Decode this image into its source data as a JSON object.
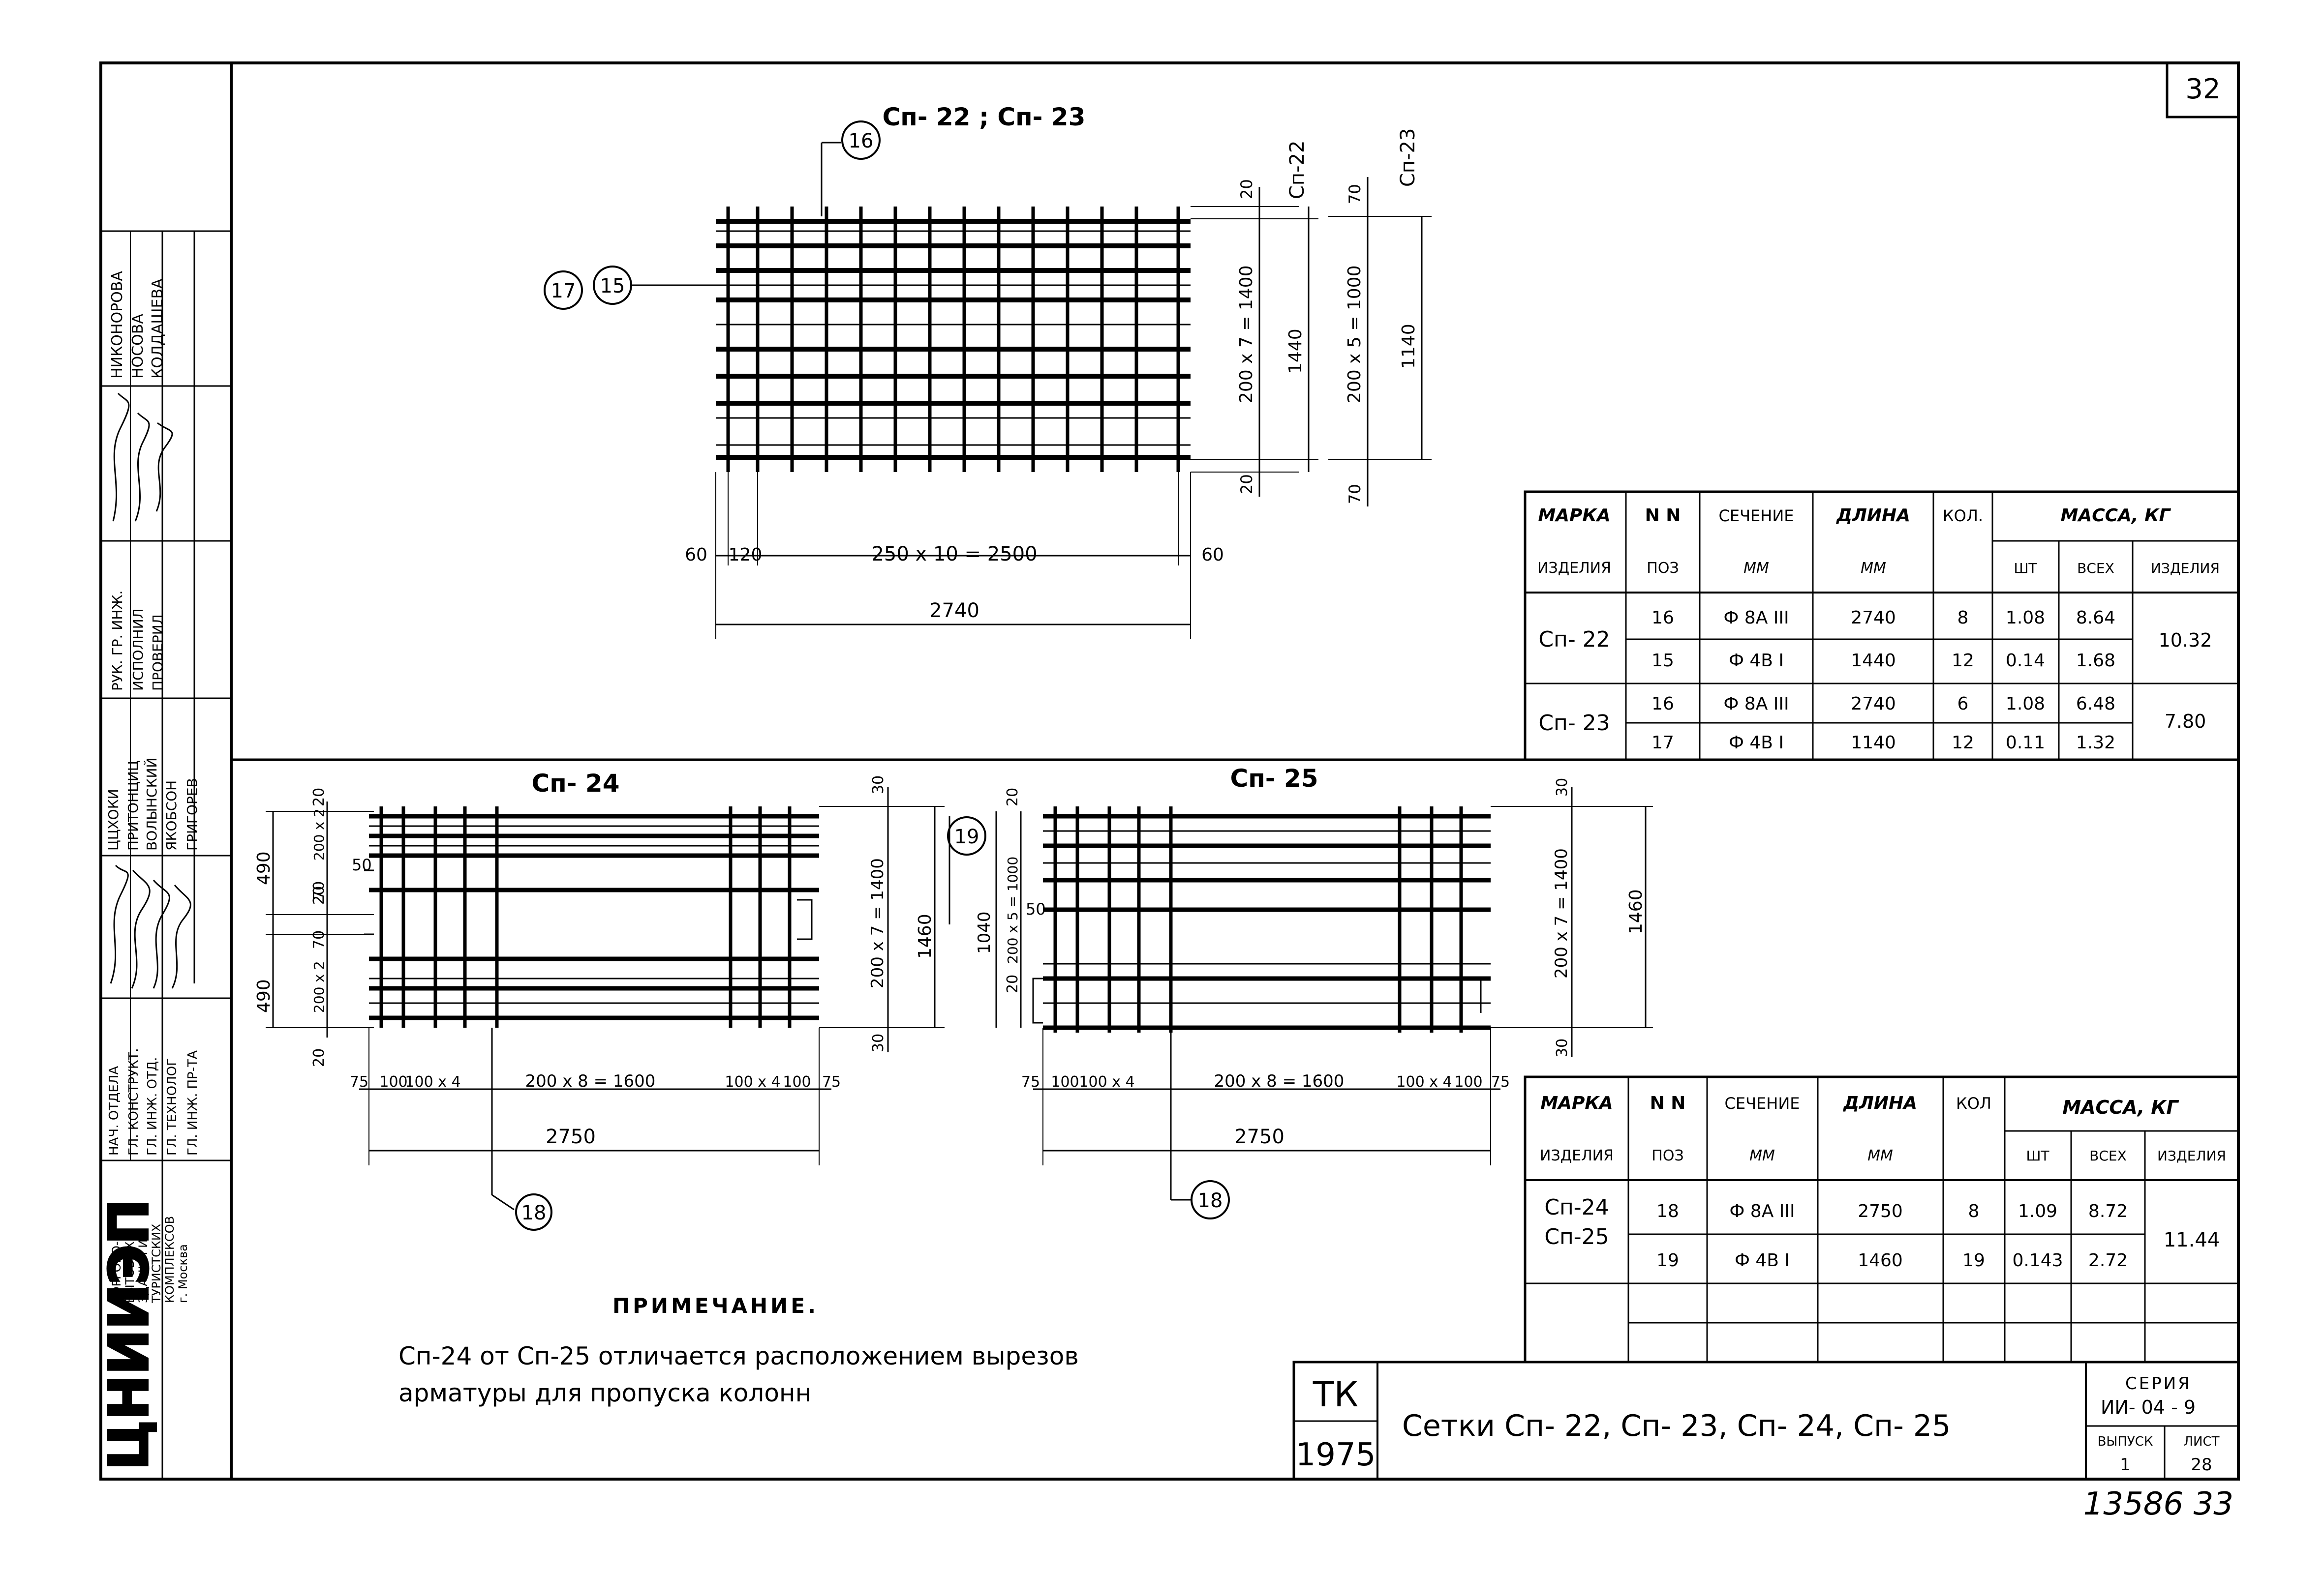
{
  "sheet": {
    "number": "32",
    "footer_number": "13586  33"
  },
  "title_block": {
    "code": "ТК",
    "year": "1975",
    "title": "Сетки  Сп- 22, Сп- 23, Сп- 24, Сп- 25",
    "series_label": "СЕРИЯ",
    "series_value": "ИИ- 04 - 9",
    "issue_label": "ВЫПУСК",
    "issue_value": "1",
    "sheet_label": "ЛИСТ",
    "sheet_value": "28"
  },
  "left_stamp": {
    "org_logo": "ЦНИИЭП",
    "org_text": [
      "ТОРГОВО-",
      "БЫТОВЫХ",
      "ЗДАНИЙ И",
      "ТУРИСТСКИХ",
      "КОМПЛЕКСОВ",
      "г. Москва"
    ],
    "roles_upper": [
      "РУК. ГР. ИНЖ.",
      "ИСПОЛНИЛ",
      "ПРОВЕРИЛ"
    ],
    "names_upper": [
      "НИКОНОРОВА",
      "НОСОВА",
      "КОЛДАШЕВА"
    ],
    "roles_lower": [
      "НАЧ. ОТДЕЛА",
      "ГЛ. КОНСТРУКТ.",
      "ГЛ. ИНЖ. ОТД.",
      "ГЛ. ТЕХНОЛОГ",
      "ГЛ. ИНЖ. ПР-ТА"
    ],
    "names_lower": [
      "ЦЦХОКИ",
      "ПРИТОНЦИЦ",
      "ВОЛЫНСКИЙ",
      "ЯКОБСОН",
      "ГРИГОРЕВ"
    ]
  },
  "drawing_top": {
    "title": "Сп- 22 ; Сп- 23",
    "callouts": [
      "16",
      "17",
      "15"
    ],
    "dims_bottom": [
      "60",
      "120",
      "250 х 10 = 2500",
      "60",
      "2740"
    ],
    "dims_right_22": [
      "20",
      "200 х 7 = 1400",
      "20",
      "1440",
      "Сп-22"
    ],
    "dims_right_23": [
      "70",
      "200 х 5 = 1000",
      "70",
      "1140",
      "Сп-23"
    ]
  },
  "drawing_24": {
    "title": "Сп- 24",
    "callout": "18",
    "dims_left": [
      "20",
      "200 х 2",
      "20",
      "490",
      "50",
      "70",
      "200 х 2",
      "70",
      "490",
      "20"
    ],
    "dims_right": [
      "30",
      "200 х 7 = 1400",
      "1460",
      "30"
    ],
    "dims_bottom": [
      "75",
      "100",
      "100 х 4",
      "200 х 8 = 1600",
      "100 х 4",
      "100",
      "75",
      "2750"
    ]
  },
  "drawing_25": {
    "title": "Сп- 25",
    "callouts": [
      "19",
      "18"
    ],
    "dims_left": [
      "20",
      "1040",
      "200 х 5 = 1000",
      "50",
      "20"
    ],
    "dims_right": [
      "30",
      "200 х 7 = 1400",
      "1460",
      "30"
    ],
    "dims_bottom": [
      "75",
      "100",
      "100 х 4",
      "200 х 8 = 1600",
      "100 х 4",
      "100",
      "75",
      "2750"
    ]
  },
  "table1": {
    "headers": [
      "МАРКА",
      "N N",
      "СЕЧЕНИЕ",
      "ДЛИНА",
      "КОЛ.",
      "МАССА, КГ"
    ],
    "subheaders": [
      "ИЗДЕЛИЯ",
      "ПОЗ",
      "ММ",
      "ММ",
      "",
      "ШТ",
      "ВСЕХ",
      "ИЗДЕЛИЯ"
    ],
    "rows": [
      {
        "mark": "Сп- 22",
        "pos": "16",
        "sec": "Ф 8А III",
        "len": "2740",
        "qty": "8",
        "m1": "1.08",
        "mall": "8.64",
        "mitem": "10.32"
      },
      {
        "mark": "",
        "pos": "15",
        "sec": "Ф 4В I",
        "len": "1440",
        "qty": "12",
        "m1": "0.14",
        "mall": "1.68",
        "mitem": ""
      },
      {
        "mark": "Сп- 23",
        "pos": "16",
        "sec": "Ф 8А III",
        "len": "2740",
        "qty": "6",
        "m1": "1.08",
        "mall": "6.48",
        "mitem": "7.80"
      },
      {
        "mark": "",
        "pos": "17",
        "sec": "Ф 4В I",
        "len": "1140",
        "qty": "12",
        "m1": "0.11",
        "mall": "1.32",
        "mitem": ""
      }
    ]
  },
  "table2": {
    "headers": [
      "МАРКА",
      "N N",
      "СЕЧЕНИЕ",
      "ДЛИНА",
      "КОЛ",
      "МАССА, КГ"
    ],
    "subheaders": [
      "ИЗДЕЛИЯ",
      "ПОЗ",
      "ММ",
      "ММ",
      "",
      "ШТ",
      "ВСЕХ",
      "ИЗДЕЛИЯ"
    ],
    "mark_a": "Сп-24",
    "mark_b": "Сп-25",
    "rows": [
      {
        "pos": "18",
        "sec": "Ф 8А III",
        "len": "2750",
        "qty": "8",
        "m1": "1.09",
        "mall": "8.72"
      },
      {
        "pos": "19",
        "sec": "Ф 4В I",
        "len": "1460",
        "qty": "19",
        "m1": "0.143",
        "mall": "2.72"
      }
    ],
    "mitem": "11.44"
  },
  "note": {
    "heading": "ПРИМЕЧАНИЕ.",
    "line1": "Сп-24 от Сп-25 отличается расположением вырезов",
    "line2": "арматуры для пропуска колонн"
  }
}
